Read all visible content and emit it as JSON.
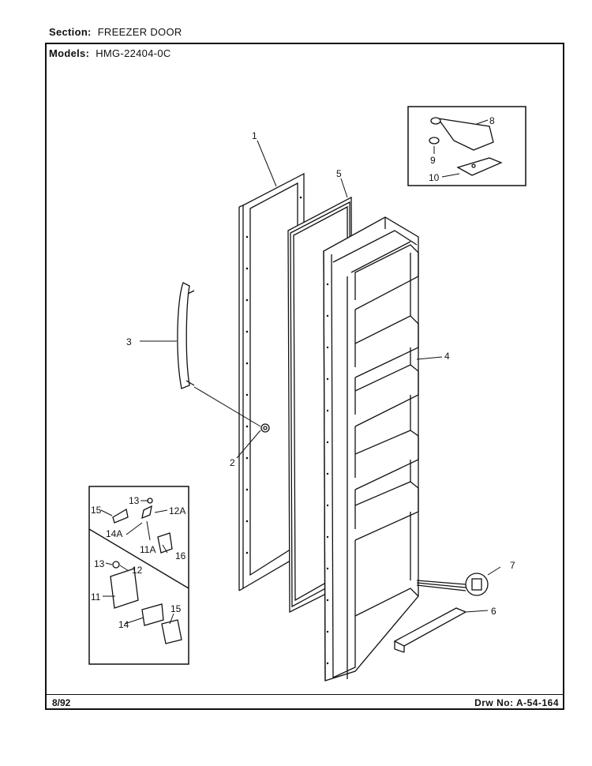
{
  "header": {
    "section_label": "Section:",
    "section_value": "FREEZER DOOR",
    "models_label": "Models:",
    "models_value": "HMG-22404-0C"
  },
  "footer": {
    "date": "8/92",
    "drawing_no": "Drw No:  A-54-164"
  },
  "callouts": {
    "c1": "1",
    "c2": "2",
    "c3": "3",
    "c4": "4",
    "c5": "5",
    "c6": "6",
    "c7": "7",
    "c8": "8",
    "c9": "9",
    "c10": "10",
    "c11": "11",
    "c11a": "11A",
    "c12": "12",
    "c12a": "12A",
    "c13a": "13",
    "c13b": "13",
    "c14": "14",
    "c14a": "14A",
    "c15a": "15",
    "c15b": "15",
    "c16": "16"
  }
}
